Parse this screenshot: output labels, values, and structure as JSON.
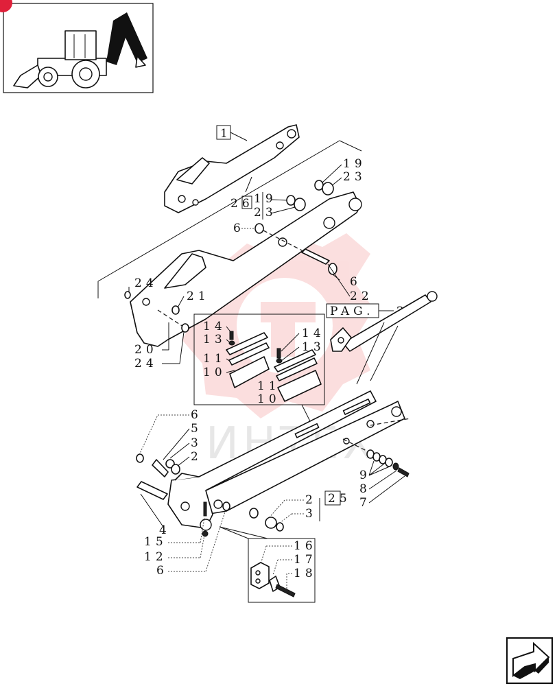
{
  "watermark": {
    "brand": "ИНТЕХ",
    "color": "#f4a3a3"
  },
  "thumbnail": {
    "description": "backhoe-loader",
    "badge_color": "#e0203a"
  },
  "accent_color": "#111111",
  "callouts": {
    "c1": "1",
    "c19a": "19",
    "c23a": "23",
    "c26": "26",
    "c19b": "19",
    "c23b": "23",
    "c6a": "6",
    "c24a": "24",
    "c21": "21",
    "c6b": "6",
    "c22": "22",
    "pag": "PAG.",
    "pag2": "2",
    "c20": "20",
    "c24b": "24",
    "c14a": "14",
    "c13a": "13",
    "c11a": "11",
    "c10a": "10",
    "c14b": "14",
    "c13b": "13",
    "c11b": "11",
    "c10b": "10",
    "c6c": "6",
    "c5": "5",
    "c3a": "3",
    "c2a": "2",
    "c4": "4",
    "c15": "15",
    "c12": "12",
    "c6d": "6",
    "c2b": "2",
    "c3b": "3",
    "c25": "25",
    "c9": "9",
    "c8": "8",
    "c7": "7",
    "c16": "16",
    "c17": "17",
    "c18": "18"
  },
  "nav": {
    "next_icon": "arrow-next-icon"
  }
}
